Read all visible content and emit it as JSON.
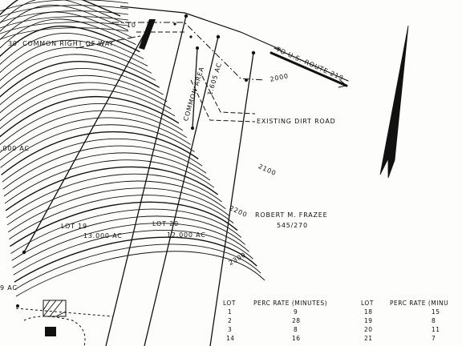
{
  "labels": {
    "right_of_way": "30' COMMON RIGHT OF WAY",
    "c10": "10",
    "route": "TO U.S. ROUTE 219",
    "c2000": "2000",
    "common_area": "COMMON AREA",
    "common_area_ac": "1.605 AC",
    "dirt_road": "EXISTING DIRT ROAD",
    "left_ac": ".000 AC",
    "c2100": "2100",
    "c2200": "2200",
    "owner": "ROBERT M. FRAZEE",
    "deed": "545/270",
    "lot19": "LOT 19",
    "lot19_ac": "13.000 AC",
    "lot20": "LOT 20",
    "lot20_ac": "12.000 AC",
    "c2300": "2300",
    "bottom_left_ac": "9 AC"
  },
  "perc_table": {
    "headers": [
      "LOT",
      "PERC RATE (MINUTES)",
      "LOT",
      "PERC RATE (MINU"
    ],
    "rows": [
      [
        "1",
        "9",
        "18",
        "15"
      ],
      [
        "2",
        "28",
        "19",
        "8"
      ],
      [
        "3",
        "8",
        "20",
        "11"
      ],
      [
        "14",
        "16",
        "21",
        "7"
      ]
    ]
  }
}
